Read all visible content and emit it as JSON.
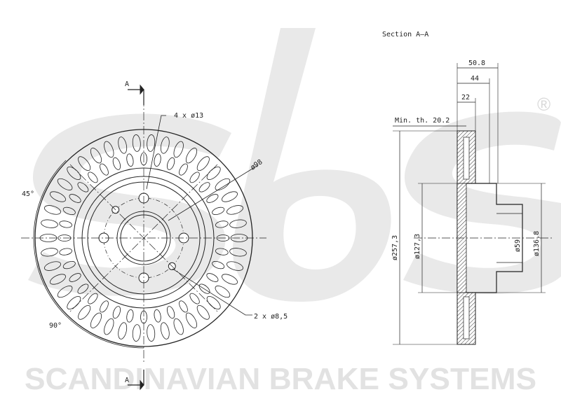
{
  "brand": {
    "logo": "sbs",
    "name": "SCANDINAVIAN BRAKE SYSTEMS",
    "registered": "®"
  },
  "front_view": {
    "section_mark_top": "A",
    "section_mark_bottom": "A",
    "bolt_holes": "4 x ø13",
    "pcd": "ø98",
    "aux_holes": "2 x ø8,5",
    "angle_small": "45°",
    "angle_large": "90°"
  },
  "section_view": {
    "title": "Section A–A",
    "width_total": "50.8",
    "width_hat": "44",
    "width_disc": "22",
    "min_thickness": "Min. th. 20.2",
    "dia_outer": "ø257,3",
    "dia_hat": "ø127,3",
    "dia_centre": "ø59",
    "dia_hat_outer": "ø136,8"
  },
  "colors": {
    "line": "#222222",
    "watermark": "#e2e2e2"
  }
}
